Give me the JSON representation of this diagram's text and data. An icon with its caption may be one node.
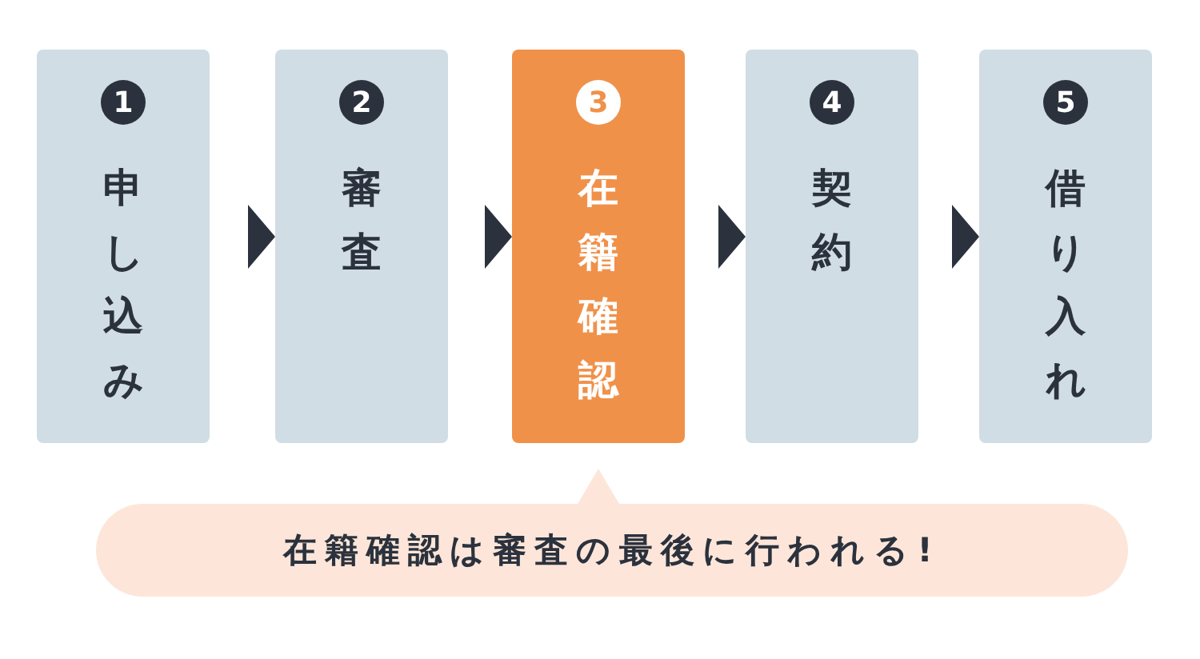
{
  "diagram": {
    "nodes": [
      {
        "text": [
          "1",
          "申し込み"
        ]
      },
      {
        "text": [
          "2",
          "審査"
        ]
      },
      {
        "text": [
          "3",
          "在籍確認"
        ]
      },
      {
        "text": [
          "4",
          "契約"
        ]
      },
      {
        "text": [
          "5",
          "借り入れ"
        ]
      },
      {
        "text": [
          "在籍確認は審査の最後に行われる!"
        ]
      }
    ],
    "edges": [
      {
        "from": 0,
        "to": 1,
        "arrow": "to"
      },
      {
        "from": 1,
        "to": 2,
        "arrow": "to"
      },
      {
        "from": 2,
        "to": 3,
        "arrow": "to"
      },
      {
        "from": 3,
        "to": 4,
        "arrow": "to"
      }
    ]
  }
}
